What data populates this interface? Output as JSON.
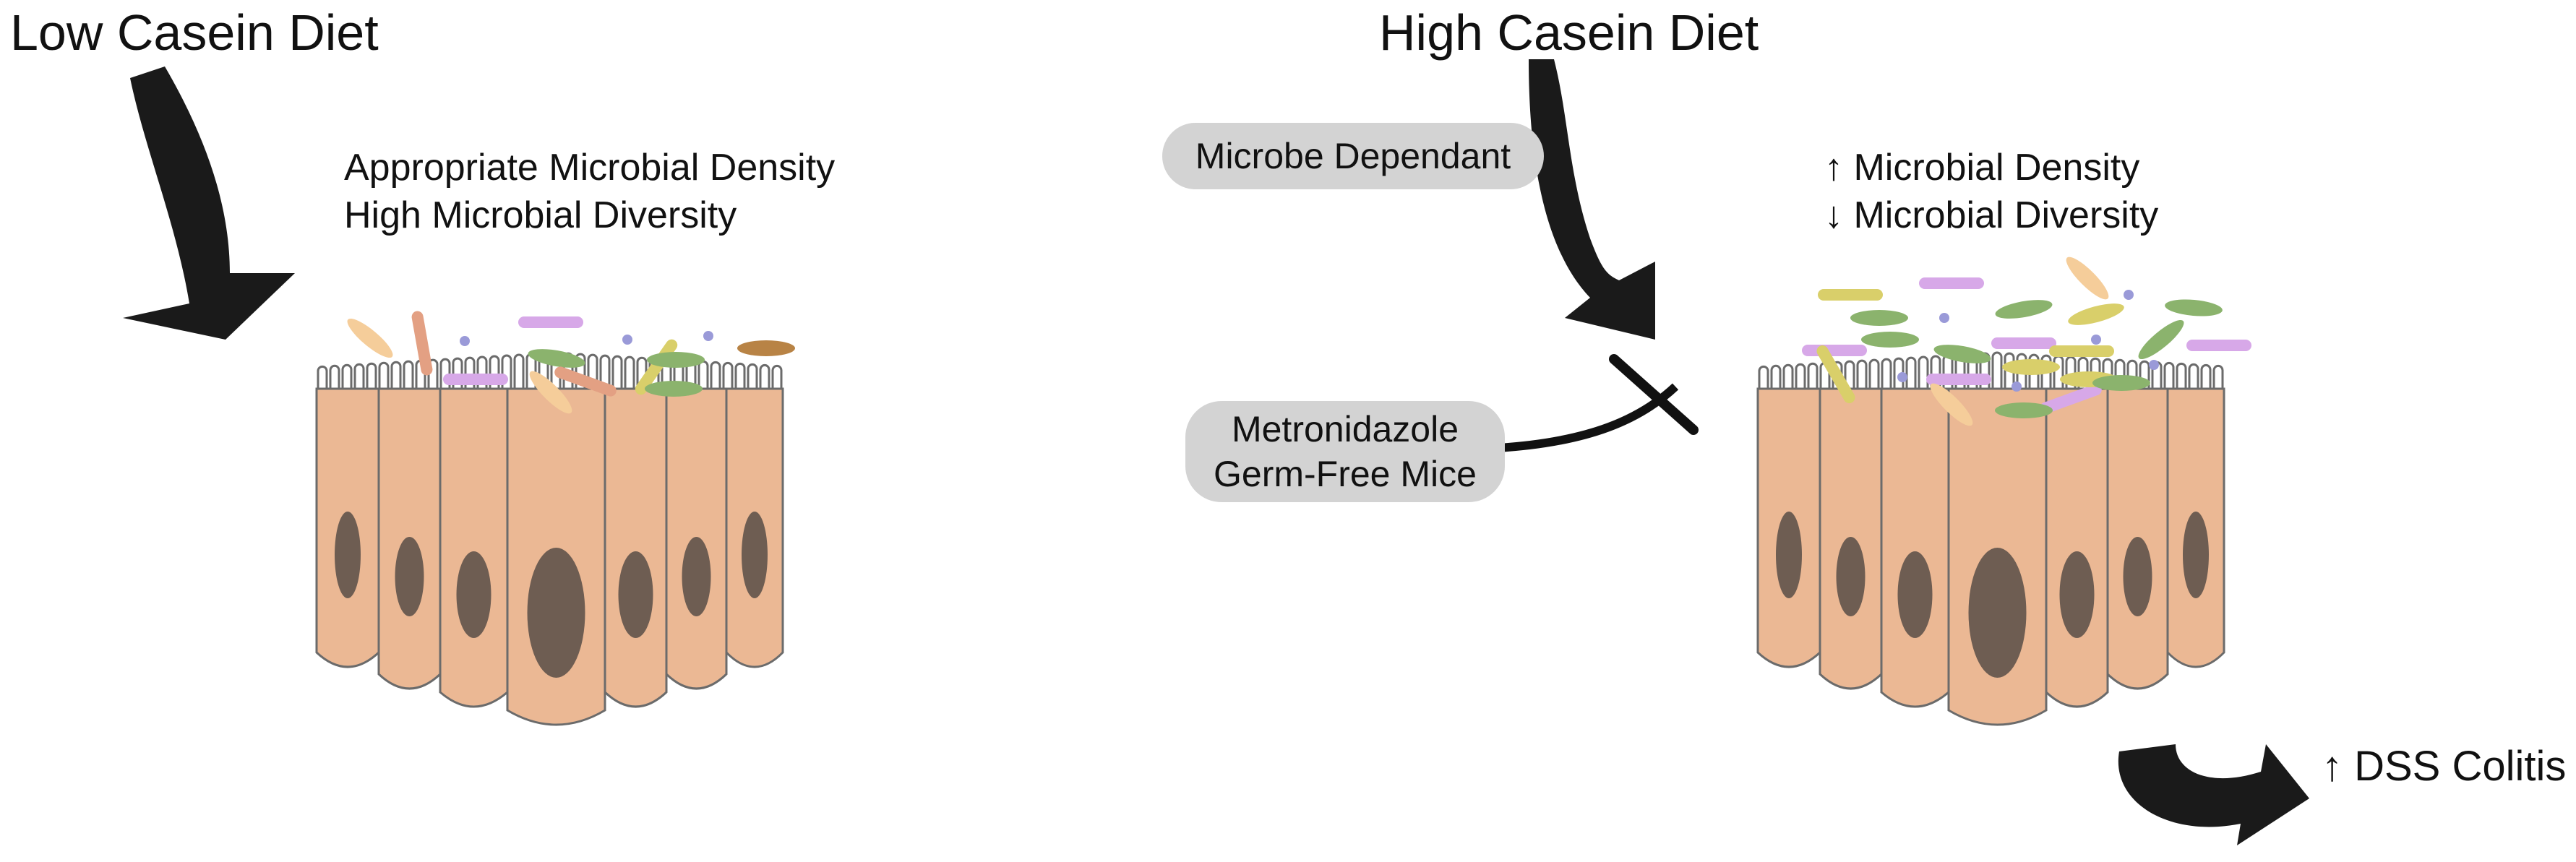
{
  "titles": {
    "low_casein": "Low Casein Diet",
    "high_casein": "High Casein Diet"
  },
  "low_side": {
    "line1": "Appropriate Microbial Density",
    "line2": "High Microbial Diversity"
  },
  "high_side": {
    "line1": "↑ Microbial Density",
    "line2": "↓ Microbial Diversity"
  },
  "pills": {
    "microbe_dependant": "Microbe Dependant",
    "metronidazole": "Metronidazole",
    "germ_free": "Germ-Free Mice"
  },
  "outcome": "↑ DSS Colitis",
  "colors": {
    "cell_fill": "#ebb894",
    "cell_stroke": "#6b6b6b",
    "nucleus": "#6e5d52",
    "arrow": "#1a1a1a",
    "pill_bg": "#d3d3d3",
    "microbe_purple": "#d7a8e8",
    "microbe_green": "#8bb36d",
    "microbe_yellow": "#d9cf6a",
    "microbe_peach": "#f5cd9a",
    "microbe_dot": "#9a9ad8",
    "microbe_brown": "#b88345",
    "microbe_pink": "#e3a083"
  }
}
